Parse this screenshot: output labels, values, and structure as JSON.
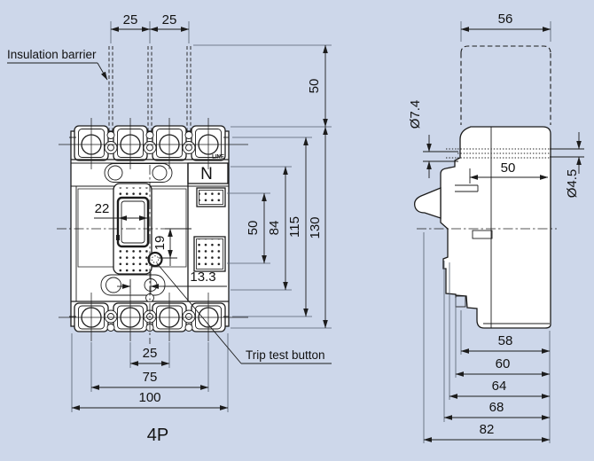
{
  "colors": {
    "background": "#cdd7ea",
    "line": "#1c1c1c",
    "text": "#111111"
  },
  "front_view": {
    "title": "4P",
    "labels": {
      "insulation_barrier": "Insulation barrier",
      "trip_test_button": "Trip test button",
      "neutral_pole": "N",
      "line_marking": "LINE"
    },
    "dimensions": {
      "top_pitch_left": "25",
      "top_pitch_right": "25",
      "barrier_height": "50",
      "overall_height": "130",
      "mounting_height": "115",
      "cover_height": "84",
      "vent_span": "50",
      "handle_width": "22",
      "trip_button_offset": "19",
      "hole_offset": "13.3",
      "bottom_pitch": "25",
      "mounting_pitch": "75",
      "overall_width": "100"
    }
  },
  "side_view": {
    "dimensions": {
      "barrier_depth": "56",
      "hole_dia_top": "Ø7.4",
      "terminal_depth": "50",
      "hole_dia_side": "Ø4.5",
      "depth_58": "58",
      "depth_60": "60",
      "depth_64": "64",
      "depth_68": "68",
      "overall_depth": "82"
    }
  }
}
